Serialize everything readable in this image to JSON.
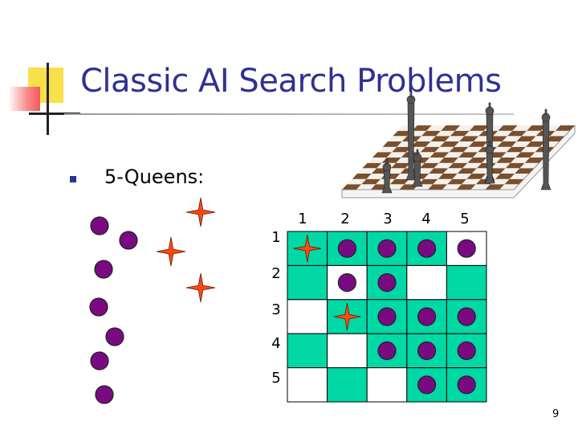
{
  "slide": {
    "title": "Classic AI Search Problems",
    "bullet": "5-Queens:",
    "page_number": "9"
  },
  "colors": {
    "title": "#2e3192",
    "teal_cell": "#00d8a6",
    "queen_disc": "#7a0a82",
    "star": "#ff4a12"
  },
  "grid": {
    "column_labels": [
      "1",
      "2",
      "3",
      "4",
      "5"
    ],
    "row_labels": [
      "1",
      "2",
      "3",
      "4",
      "5"
    ],
    "cell_fill": [
      [
        "teal",
        "teal",
        "teal",
        "teal",
        "white"
      ],
      [
        "teal",
        "white",
        "teal",
        "white",
        "teal"
      ],
      [
        "white",
        "teal",
        "teal",
        "teal",
        "teal"
      ],
      [
        "teal",
        "white",
        "teal",
        "teal",
        "teal"
      ],
      [
        "white",
        "teal",
        "white",
        "teal",
        "teal"
      ]
    ],
    "cell_marks": [
      [
        "star",
        "disc",
        "disc",
        "disc",
        "disc"
      ],
      [
        "",
        "disc",
        "disc",
        "",
        ""
      ],
      [
        "",
        "star",
        "disc",
        "disc",
        "disc"
      ],
      [
        "",
        "",
        "disc",
        "disc",
        "disc"
      ],
      [
        "",
        "",
        "",
        "disc",
        "disc"
      ]
    ]
  },
  "icons": [
    "queen-disc-icon",
    "queen-star-icon",
    "chess-board-icon",
    "logo-mark"
  ]
}
